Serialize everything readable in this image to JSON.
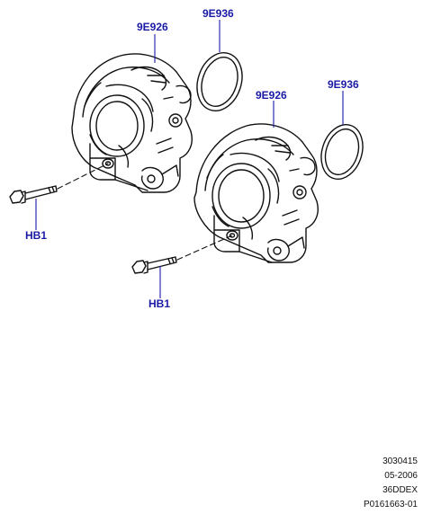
{
  "callouts": {
    "body_1": "9E926",
    "seal_1": "9E936",
    "body_2": "9E926",
    "seal_2": "9E936",
    "bolt_1": "HB1",
    "bolt_2": "HB1"
  },
  "meta": {
    "line1": "3030415",
    "line2": "05-2006",
    "line3": "36DDEX",
    "line4": "P0161663-01"
  },
  "colors": {
    "callout_text": "#1a1aa6",
    "leader_line": "#1a1aa6",
    "drawing_line": "#111111"
  }
}
